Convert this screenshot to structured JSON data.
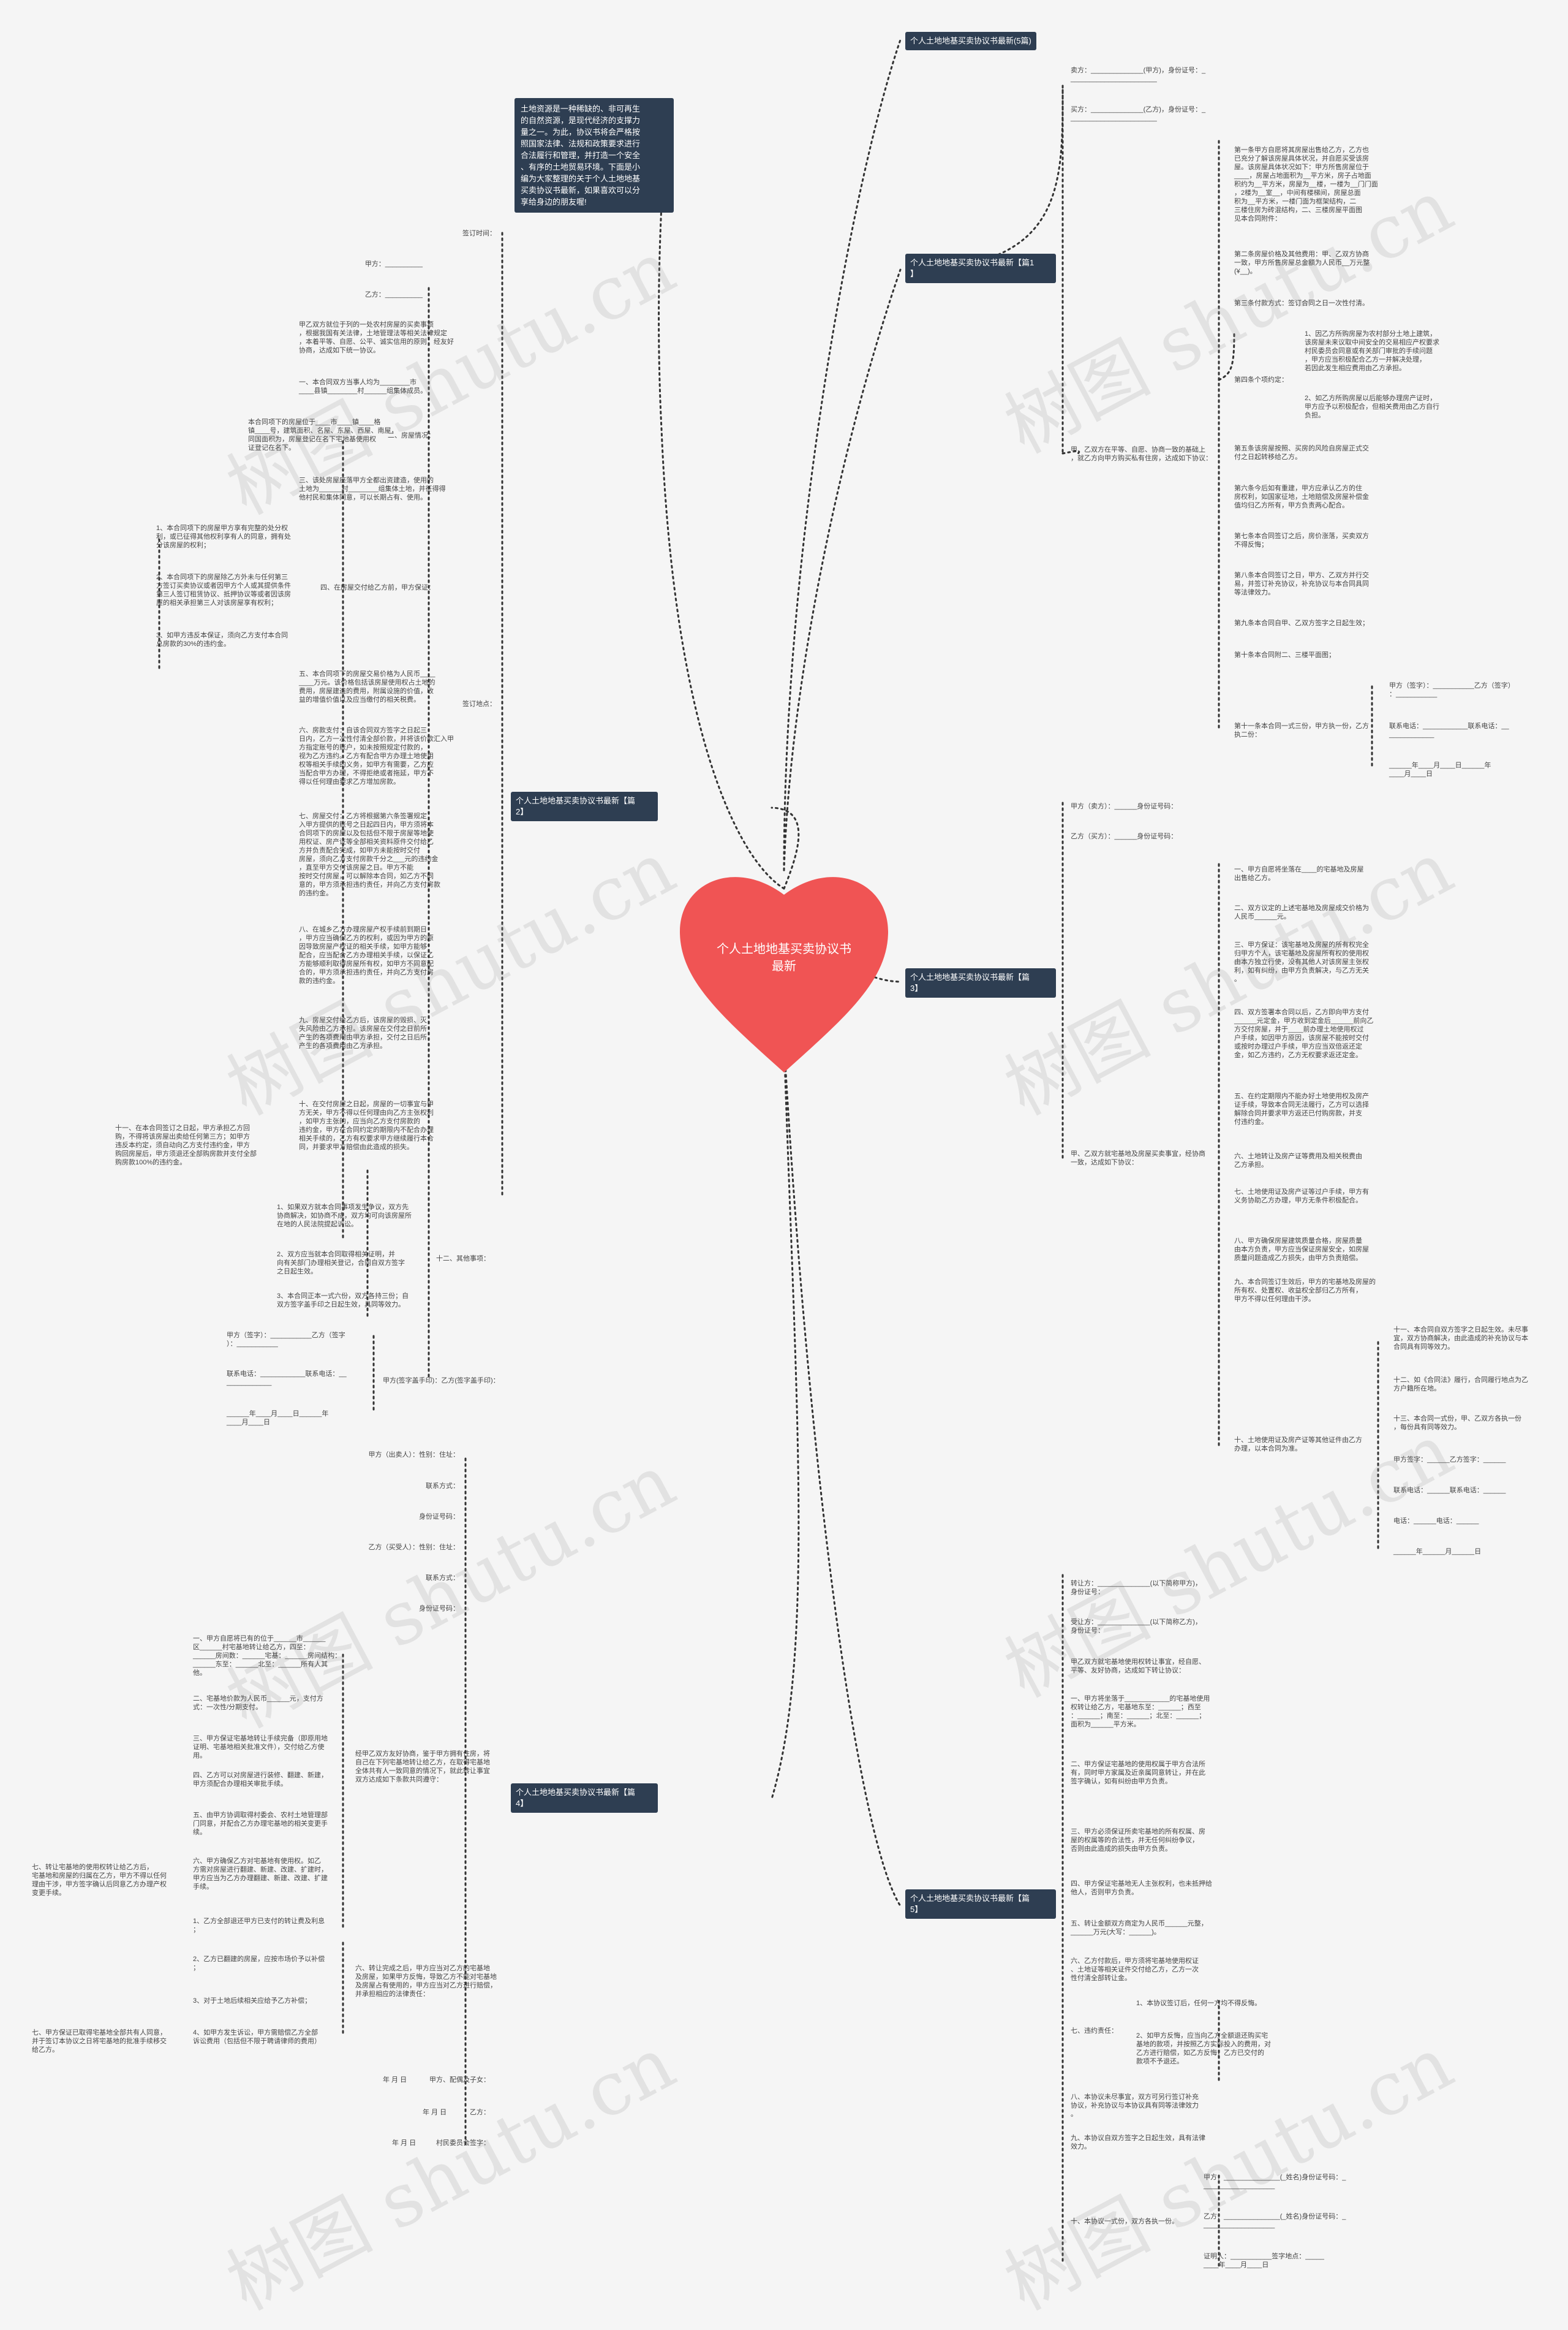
{
  "center": {
    "title": "个人土地地基买卖协议书\n最新"
  },
  "watermark": "树图 shutu.cn",
  "colors": {
    "heart": "#f05454",
    "node": "#2e3e52",
    "line": "#333333"
  },
  "intro": "土地资源是一种稀缺的、非可再生\n的自然资源，是现代经济的支撑力\n量之一。为此，协议书将会严格按\n照国家法律、法规和政策要求进行\n合法履行和管理，并打造一个安全\n、有序的土地贸易环境。下面是小\n编为大家整理的关于个人土地地基\n买卖协议书最新，如果喜欢可以分\n享给身边的朋友喔!",
  "b0": {
    "label": "个人土地地基买卖协议书最新(5篇)"
  },
  "b1": {
    "label": "个人土地地基买卖协议书最新【篇1\n】",
    "seller": "卖方：______________(甲方)，身份证号：_\n_______________________",
    "buyer": "买方：______________(乙方)，身份证号：_\n_______________________",
    "main": "甲、乙双方在平等、自愿、协商一致的基础上\n，就乙方向甲方购买私有住房，达成如下协议：",
    "clauses": [
      "第一条甲方自愿将其房屋出售给乙方，乙方也\n已充分了解该房屋具体状况，并自愿买受该房\n屋。该房屋具体状况如下：甲方所售房屋位于\n____，房屋占地面积为__平方米，房子占地面\n积约为__平方米，房屋为__楼，一楼为__门门面\n，2楼为__室__，中间有楼梯间，房屋总面\n积为__平方米，一楼门面为框架结构，二\n三楼住房为砖混结构，二、三楼房屋平面图\n见本合同附件：",
      "第二条房屋价格及其他费用：甲、乙双方协商\n一致，甲方所售房屋总金额为人民币__万元整\n(¥__)。",
      "第三条付款方式：签订合同之日一次性付清。",
      "第五条该房屋按照、买房的风险自房屋正式交\n付之日起转移给乙方。",
      "第六条今后如有重建，甲方应承认乙方的住\n房权利，如国家征地，土地赔偿及房屋补偿金\n值均归乙方所有，甲方负责两心配合。",
      "第七条本合同签订之后，房价涨落，买卖双方\n不得反悔；",
      "第八条本合同签订之日，甲方、乙双方并行交\n易，并签订补充协议，补充协议与本合同具同\n等法律效力。",
      "第九条本合同自甲、乙双方签字之日起生效；",
      "第十条本合同附二、三楼平面图；"
    ],
    "fourth": "第四条个项约定：",
    "fourth_items": [
      "1、因乙方所购房屋为农村部分土地上建筑，\n该房屋未来议取中间安全的交易相应产权要求\n村民委员会同意或有关部门审批的手续问题\n，甲方应当积极配合乙方一并解决处理，\n若因此发生相应费用由乙方承担。",
      "2、如乙方所购房屋以后能够办理房产证时，\n甲方应予以积极配合，但相关费用由乙方自行\n负担。"
    ],
    "eleventh": "第十一条本合同一式三份，甲方执一份，乙方\n执二份：",
    "signs": [
      "甲方（签字）：___________乙方（签字）\n：___________",
      "联系电话：____________联系电话：__\n____________",
      "______年____月____日______年\n____月____日"
    ]
  },
  "b2": {
    "label": "个人土地地基买卖协议书最新【篇\n2】",
    "sign_date": "签订时间：",
    "party_a": "甲方：__________",
    "party_b": "乙方：__________",
    "sign_place": "签订地点：",
    "preamble": "甲乙双方就位于列的一处农村房屋的买卖事项\n，根据我国有关法律，土地管理法等相关法律规定\n，本着平等、自愿、公平、诚实信用的原则，经友好\n协商，达成如下统一协议。",
    "item1": "一、本合同双方当事人均为________市\n____县镇________村______组集体成员。",
    "item2_label": "二、房屋情况：",
    "item2_text": "本合同项下的房屋位于____市____镇____格\n镇____号，建筑面积、名屋、东屋、西屋、南屋，\n同国面积为，房屋登记在名下宅地基使用权\n证登记在名下。",
    "item3": "三、该处房屋座落甲方全都出资建造，使用的\n土地为______村________组集体土地，并征得得\n他村民和集体同意，可以长期占有、使用。",
    "item4_label": "四、在房屋交付给乙方前，甲方保证：",
    "item4_list": [
      "1、本合同项下的房屋甲方享有完整的处分权\n利，或已征得其他权利享有人的同意，拥有处\n分该房屋的权利；",
      "2、本合同项下的房屋除乙方外未与任何第三\n方签订买卖协议或者因甲方个人或其提供条件\n第三人签订租赁协议、抵押协议等或者因该房\n屋的相关承担第三人对该房屋享有权利；",
      "3、如甲方违反本保证，须向乙方支付本合同\n总房款的30%的违约金。"
    ],
    "item5": "五、本合同项下的房屋交易价格为人民币____\n____万元。该价格包括该房屋使用权占土地的\n费用，房屋建造的费用，附属设施的价值，收\n益的增值价值以及应当缴付的相关税费。",
    "item6": "六、房款支付：自该合同双方签字之日起三\n日内，乙方一次性付清全部价款，并将该价款汇入甲\n方指定账号的账户，如未按照规定付款的，\n视为乙方违约。乙方有配合甲方办理土地使用\n权等相关手续的义务，如甲方有需要，乙方应\n当配合甲方办理，不得拒绝或者拖延，甲方不\n得以任何理由要求乙方增加房款。",
    "item7": "七、房屋交付：乙方将根据第六条签署规定\n入甲方提供的账号之日起四日内，甲方须将本\n合同项下的房屋以及包括但不限于房屋等地使\n用权证、房产证等全部相关资料原件交付给乙\n方并负责配合完成，如甲方未能按时交付\n房屋，须向乙方支付房款千分之___元的违约金\n，直至甲方交付该房屋之日。甲方不能\n按时交付房屋，可以解除本合同，如乙方不同\n意的，甲方须承担违约责任，并向乙方支付房款\n的违约金。",
    "item8": "八、在城乡乙方办理房屋产权手续前到期日\n，甲方应当确保乙方的权利，或因为甲方的原\n因导致房屋产权证的相关手续，如甲方能够\n配合，应当配合乙方办理相关手续，以保证乙\n方能够顺利取得房屋所有权，如甲方不同意配\n合的，甲方须承担违约责任，并向乙方支付房\n款的违约金。",
    "item9": "九、房屋交付给乙方后，该房屋的毁损、灭\n失风险由乙方承担。该房屋在交付之日前所\n产生的各项费用由甲方承担，交付之日后所\n产生的各项费用由乙方承担。",
    "item10": "十、在交付房屋之日起，房屋的一切事宜与甲\n方无关，甲方不得以任何理由向乙方主张权利\n，如甲方主张的，应当向乙方支付房款的\n违约金，甲方在合同约定的期限内不配合办理\n相关手续的，乙方有权要求甲方继续履行本合\n同，并要求甲方赔偿由此造成的损失。",
    "item11": "十一、在本合同签订之日起，甲方承担乙方回\n购，不得将该房屋出卖给任何第三方；如甲方\n违反本约定，须自动向乙方支付违约金，甲方\n购回房屋后，甲方须退还全部购房款并支付全部\n购房款100%的违约金。",
    "item12_label": "十二、其他事项：",
    "item12_list": [
      "1、如果双方就本合同事项发生争议，双方先\n协商解决，如协商不成，双方均可向该房屋所\n在地的人民法院提起诉讼。",
      "2、双方应当就本合同取得相关证明，并\n向有关部门办理相关登记，合同自双方签字\n之日起生效。",
      "3、本合同正本一式六份，双方各持三份；自\n双方签字盖手印之日起生效，具同等效力。"
    ],
    "sign_label": "甲方(签字盖手印)：乙方(签字盖手印)：",
    "signs": [
      "甲方（签字）：___________乙方（签字\n）：___________",
      "联系电话：____________联系电话：__\n____________",
      "______年____月____日______年\n____月____日"
    ]
  },
  "b3": {
    "label": "个人土地地基买卖协议书最新【篇\n3】",
    "seller": "甲方（卖方）：______身份证号码：",
    "buyer": "乙方（买方）：______身份证号码：",
    "main": "甲、乙双方就宅基地及房屋买卖事宜，经协商\n一致，达成如下协议：",
    "clauses": [
      "一、甲方自愿将坐落在____的宅基地及房屋\n出售给乙方。",
      "二、双方议定的上述宅基地及房屋成交价格为\n人民币______元。",
      "三、甲方保证：该宅基地及房屋的所有权完全\n归甲方个人，该宅基地及房屋所有权的使用权\n由本方独立行使，没有其他人对该房屋主张权\n利，如有纠纷，由甲方负责解决，与乙方无关\n。",
      "四、双方签署本合同以后，乙方即向甲方支付\n______元定金，甲方收到定金后______前向乙\n方交付房屋，并于____前办理土地使用权过\n户手续，如因甲方原因，该房屋不能按时交付\n或按时办理过户手续，甲方应当双倍返还定\n金，如乙方违约，乙方无权要求返还定金。",
      "五、在约定期限内不能办好土地使用权及房产\n证手续，导致本合同无法履行，乙方可以选择\n解除合同并要求甲方返还已付购房款，并支\n付违约金。",
      "六、土地转让及房产证等费用及相关税费由\n乙方承担。",
      "七、土地使用证及房产证等过户手续，甲方有\n义务协助乙方办理，甲方无条件积极配合。",
      "八、甲方确保房屋建筑质量合格，房屋质量\n由本方负责，甲方应当保证房屋安全，如房屋\n质量问题造成乙方损失，由甲方负责赔偿。",
      "九、本合同签订生效后，甲方的宅基地及房屋的\n所有权、处置权、收益权全部归乙方所有，\n甲方不得以任何理由干涉。"
    ],
    "tenth": "十、土地使用证及房产证等其他证件由乙方\n办理，以本合同为准。",
    "sub": [
      "十一、本合同自双方签字之日起生效。未尽事\n宜，双方协商解决，由此造成的补充协议与本\n合同具有同等效力。",
      "十二、如《合同法》履行，合同履行地点为乙\n方户籍所在地。",
      "十三、本合同一式份，甲、乙双方各执一份\n，每份具有同等效力。"
    ],
    "signs": [
      "甲方签字：______乙方签字：______",
      "联系电话：______联系电话：______",
      "电话：______电话：______",
      "______年______月______日"
    ]
  },
  "b4": {
    "label": "个人土地地基买卖协议书最新【篇\n4】",
    "fields": [
      "甲方（出卖人）：性别：住址：",
      "联系方式：",
      "身份证号码：",
      "乙方（买受人）：性别：住址：",
      "联系方式：",
      "身份证号码："
    ],
    "main": "经甲乙双方友好协商，鉴于甲方拥有住房，将\n自己在下列宅基地转让给乙方，在取得宅基地\n全体共有人一致同意的情况下，就此转让事宜\n双方达成如下条款共同遵守：",
    "items": [
      "一、甲方自愿将已有的位于______市______\n区______村宅基地转让给乙方，四至：\n______房间数：______宅基：______房间结构：\n______东至：______北至：______所有人其\n他。",
      "二、宅基地价款为人民币______元，支付方\n式：一次性/分期支付。",
      "三、甲方保证宅基地转让手续完备（即原用地\n证明、宅基地相关批准文件），交付给乙方使\n用。",
      "四、乙方可以对房屋进行装修、翻建、新建，\n甲方须配合办理相关审批手续。",
      "五、由甲方协调取得村委会、农村土地管理部\n门同意，并配合乙方办理宅基地的相关变更手\n续。",
      "六、甲方确保乙方对宅基地有使用权。如乙\n方需对房屋进行翻建、新建、改建、扩建时，\n甲方应当为乙方办理翻建、新建、改建、扩建\n手续。"
    ],
    "seventh": "七、转让宅基地的使用权转让给乙方后，\n宅基地和房屋的归属在乙方，甲方不得以任何\n理由干涉，甲方签字确认后同意乙方办理产权\n变更手续。",
    "sixth_label": "六、转让完成之后，甲方应当对乙方的宅基地\n及房屋，如果甲方反悔，导致乙方不能对宅基地\n及房屋占有使用的，甲方应当对乙方进行赔偿，\n并承担相应的法律责任：",
    "sixth_list": [
      "1、乙方全部退还甲方已支付的转让费及利息\n；",
      "2、乙方已翻建的房屋，应按市场价予以补偿\n；",
      "3、对于土地后续相关应给予乙方补偿；",
      "4、如甲方发生诉讼，甲方需赔偿乙方全部\n诉讼费用（包括但不限于聘请律师的费用）"
    ],
    "eighth": "七、甲方保证已取得宅基地全部共有人同意，\n并于签订本协议之日将宅基地的批准手续移交\n给乙方。",
    "sign1": "甲方、配偶及子女：",
    "sign2": "乙方：",
    "sign3": "村民委员会签字：",
    "date1": "年 月 日",
    "date2": "年 月 日",
    "date3": "年 月 日"
  },
  "b5": {
    "label": "个人土地地基买卖协议书最新【篇\n5】",
    "seller": "转让方：______________(以下简称甲方)，\n身份证号：",
    "buyer": "受让方：______________(以下简称乙方)，\n身份证号：",
    "main": "甲乙双方就宅基地使用权转让事宜，经自愿、\n平等、友好协商，达成如下转让协议：",
    "items": [
      "一、甲方将坐落于____________的宅基地使用\n权转让给乙方，宅基地东至：______；西至\n：______；南至：______；北至：______；\n面积为______平方米。",
      "二、甲方保证宅基地的使用权属于甲方合法所\n有，同时甲方家属及近亲属同意转让，并在此\n签字确认，如有纠纷由甲方负责。",
      "三、甲方必须保证所卖宅基地的所有权属、房\n屋的权属等的合法性，并无任何纠纷争议，\n否则由此造成的损失由甲方负责。",
      "四、甲方保证宅基地无人主张权利，也未抵押给\n他人，否则甲方负责。",
      "五、转让金额双方商定为人民币______元整，\n______万元(大写：______)。",
      "六、乙方付款后，甲方须将宅基地使用权证\n、土地证等相关证件交付给乙方，乙方一次\n性付清全部转让金。"
    ],
    "seventh_label": "七、违约责任：",
    "seventh_list": [
      "1、本协议签订后，任何一方均不得反悔。",
      "2、如甲方反悔，应当向乙方全额退还购买宅\n基地的款项，并按照乙方实际投入的费用，对\n乙方进行赔偿，如乙方反悔，乙方已交付的\n款项不予退还。"
    ],
    "eighth": "八、本协议未尽事宜，双方可另行签订补充\n协议，补充协议与本协议具有同等法律效力\n。",
    "ninth": "九、本协议自双方签字之日起生效，具有法律\n效力。",
    "tenth": "十、本协议一式份，双方各执一份。",
    "signs": [
      "甲方：_______________(_姓名)身份证号码：_\n___________________",
      "乙方：_______________(_姓名)身份证号码：_\n___________________",
      "证明人：___________签字地点：_____\n____年____月____日"
    ]
  }
}
